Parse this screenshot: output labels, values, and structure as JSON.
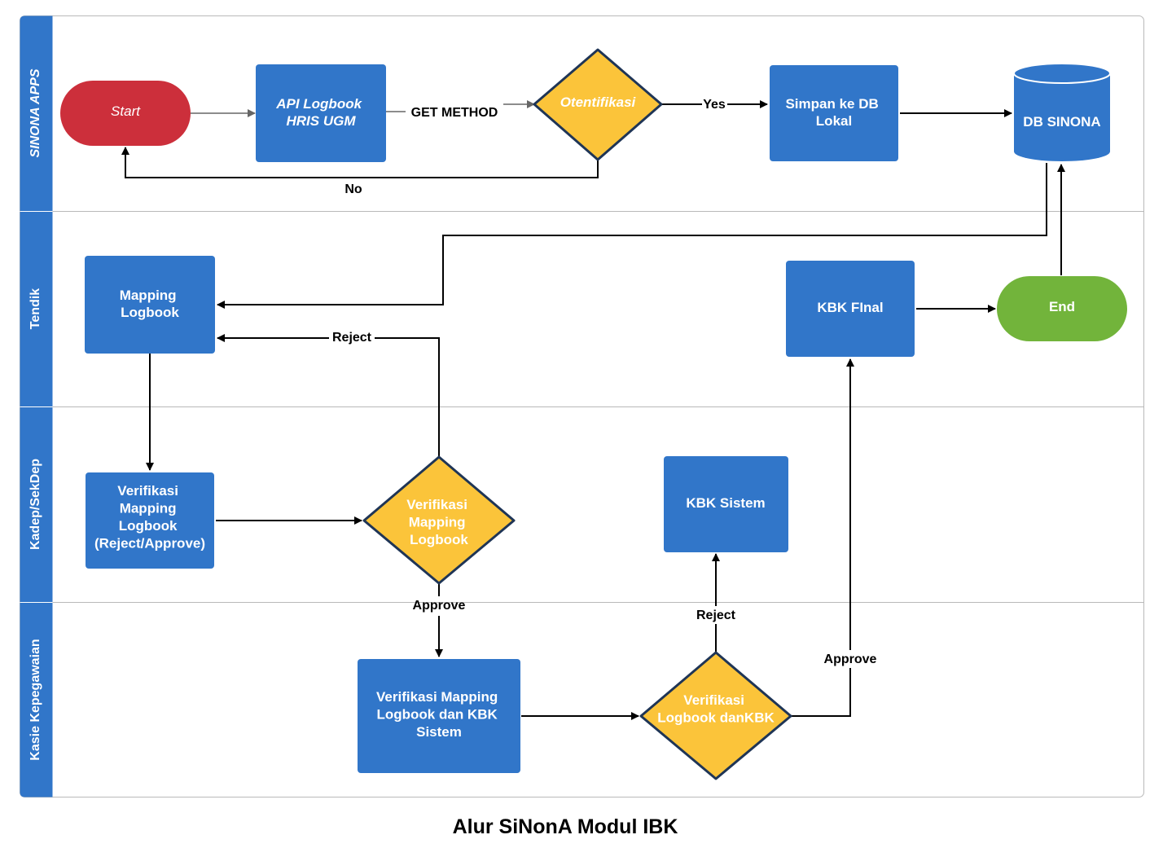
{
  "title": "Alur SiNonA Modul IBK",
  "colors": {
    "process": "#3176c9",
    "decision": "#fbc43a",
    "decision_border": "#1f3556",
    "start": "#cc2f3b",
    "end": "#72b43b",
    "lane_header": "#3176c9",
    "lane_divider": "#b9b9b9",
    "edge": "#000000"
  },
  "lanes": [
    {
      "id": "sinona",
      "label": "SINONA APPS",
      "italic": true
    },
    {
      "id": "tendik",
      "label": "Tendik",
      "italic": false
    },
    {
      "id": "kadep",
      "label": "Kadep/SekDep",
      "italic": false
    },
    {
      "id": "kasie",
      "label": "Kasie Kepegawaian",
      "italic": false
    }
  ],
  "nodes": {
    "start": {
      "lines": [
        "Start"
      ],
      "shape": "terminal",
      "italic": true
    },
    "api": {
      "lines": [
        "API Logbook",
        "HRIS UGM"
      ],
      "shape": "process",
      "italic": true
    },
    "otentifikasi": {
      "lines": [
        "Otentifikasi"
      ],
      "shape": "decision",
      "italic": true
    },
    "simpan": {
      "lines": [
        "Simpan ke DB",
        "Lokal"
      ],
      "shape": "process",
      "italic": false
    },
    "db": {
      "lines": [
        "DB SINONA"
      ],
      "shape": "database",
      "italic": false
    },
    "mapping": {
      "lines": [
        "Mapping",
        "Logbook"
      ],
      "shape": "process",
      "italic": false
    },
    "kbk_final": {
      "lines": [
        "KBK FInal"
      ],
      "shape": "process",
      "italic": false
    },
    "end": {
      "lines": [
        "End"
      ],
      "shape": "terminal",
      "italic": false
    },
    "verif_mapping_box": {
      "lines": [
        "Verifikasi",
        "Mapping",
        "Logbook",
        "(Reject/Approve)"
      ],
      "shape": "process",
      "italic": false
    },
    "verif_mapping_dec": {
      "lines": [
        "Verifikasi",
        "Mapping",
        "Logbook"
      ],
      "shape": "decision",
      "italic": false
    },
    "kbk_sistem": {
      "lines": [
        "KBK Sistem"
      ],
      "shape": "process",
      "italic": false
    },
    "verif_kasie_box": {
      "lines": [
        "Verifikasi Mapping",
        "Logbook dan KBK",
        "Sistem"
      ],
      "shape": "process",
      "italic": false
    },
    "verif_kasie_dec": {
      "lines": [
        "Verifikasi",
        "Logbook danKBK"
      ],
      "shape": "decision",
      "italic": false
    }
  },
  "edge_labels": {
    "get_method": "GET METHOD",
    "yes": "Yes",
    "no": "No",
    "reject_1": "Reject",
    "approve_1": "Approve",
    "reject_2": "Reject",
    "approve_2": "Approve"
  }
}
